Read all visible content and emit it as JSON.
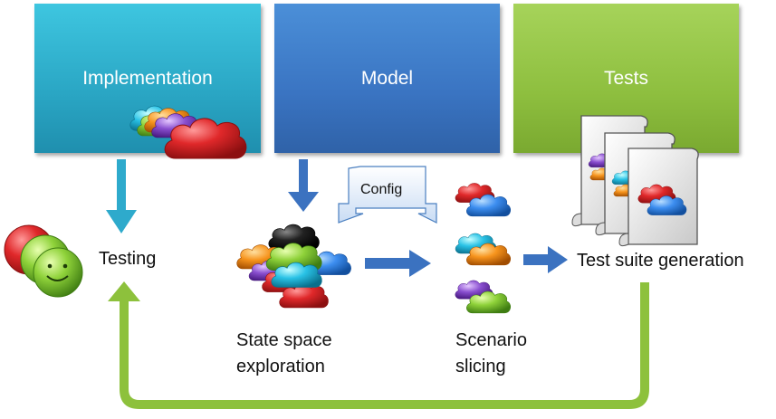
{
  "boxes": {
    "implementation": "Implementation",
    "model": "Model",
    "tests": "Tests"
  },
  "labels": {
    "testing": "Testing",
    "state_space_line1": "State space",
    "state_space_line2": "exploration",
    "scenario_line1": "Scenario",
    "scenario_line2": "slicing",
    "test_suite_generation": "Test suite generation",
    "config": "Config"
  },
  "colors": {
    "implementation": "#2aa6c4",
    "model": "#3a74c2",
    "tests": "#8ebf3f",
    "arrow_blue": "#3b72c0",
    "arrow_green": "#8dc13c"
  }
}
